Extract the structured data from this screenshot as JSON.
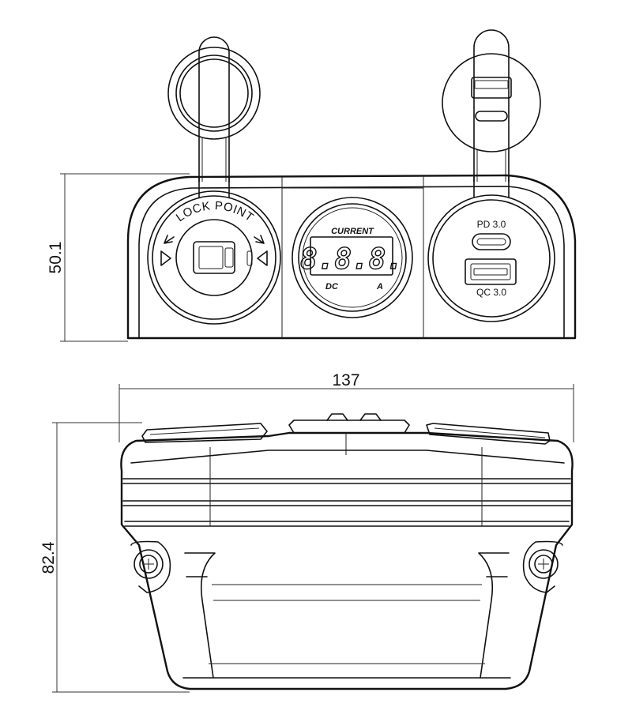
{
  "dimensions": {
    "front_height": "50.1",
    "width": "137",
    "side_height": "82.4"
  },
  "labels": {
    "lock_point": "LOCK POINT",
    "current": "CURRENT",
    "meter_dc": "DC",
    "meter_a": "A",
    "meter_digits": "8.8.8.",
    "pd": "PD 3.0",
    "qc": "QC 3.0"
  },
  "colors": {
    "line": "#111111",
    "background": "#ffffff"
  }
}
